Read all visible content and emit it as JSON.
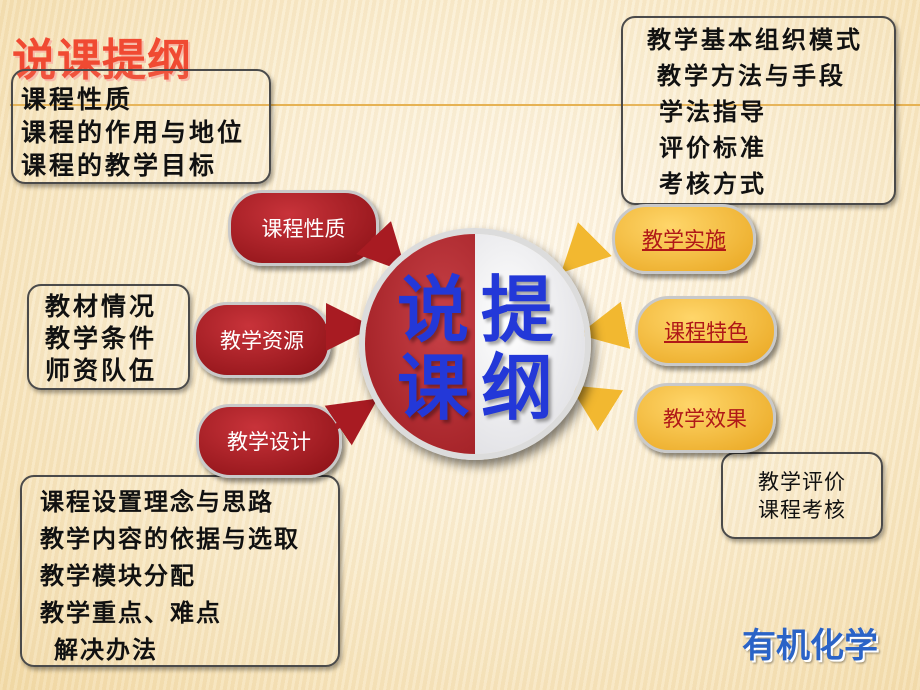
{
  "title": "说课提纲",
  "center": {
    "chars": [
      "说",
      "提",
      "课",
      "纲"
    ]
  },
  "boxes": {
    "course_nature": [
      "课程性质",
      "课程的作用与地位",
      "课程的教学目标"
    ],
    "resources": [
      "教材情况",
      "教学条件",
      "师资队伍"
    ],
    "design": [
      "课程设置理念与思路",
      "教学内容的依据与选取",
      "教学模块分配",
      "教学重点、难点",
      "解决办法"
    ],
    "implementation": [
      "教学基本组织模式",
      "教学方法与手段",
      "学法指导",
      "评价标准",
      "考核方式"
    ],
    "effect": [
      "教学评价",
      "课程考核"
    ]
  },
  "pills": {
    "nature": "课程性质",
    "resources": "教学资源",
    "design": "教学设计",
    "implementation": "教学实施",
    "features": "课程特色",
    "effect": "教学效果"
  },
  "corner_label": "有机化学",
  "colors": {
    "red_pill": "#a81b22",
    "gold_pill": "#f2b83a",
    "title": "#f04a32",
    "blue_text": "#2338d8"
  }
}
